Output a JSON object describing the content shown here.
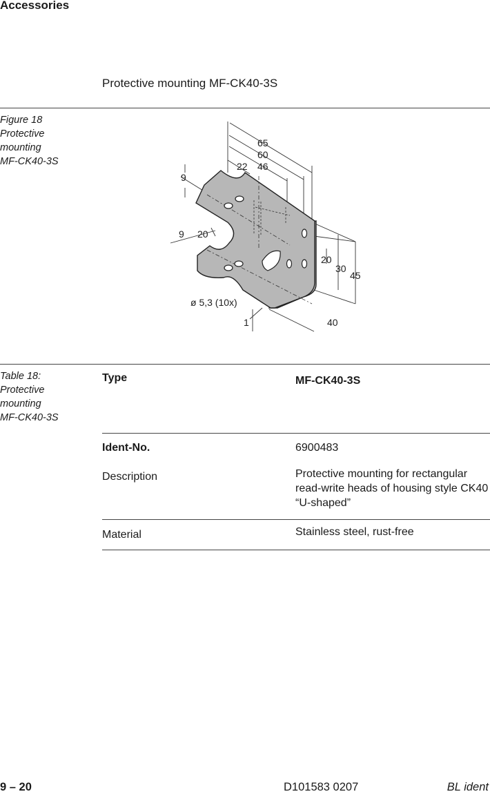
{
  "header": {
    "title": "Accessories"
  },
  "section": {
    "title": "Protective mounting MF-CK40-3S"
  },
  "figure": {
    "caption": [
      "Figure 18",
      "Protective",
      "mounting",
      "MF-CK40-3S"
    ],
    "dims": {
      "d65": "65",
      "d60": "60",
      "d46": "46",
      "d22": "22",
      "d9a": "9",
      "d9b": "9",
      "d20a": "20",
      "d20b": "20",
      "d30": "30",
      "d45": "45",
      "d40": "40",
      "d1": "1",
      "hole": "ø 5,3 (10x)"
    }
  },
  "table": {
    "caption": [
      "Table 18:",
      "Protective",
      "mounting",
      "MF-CK40-3S"
    ],
    "type_label": "Type",
    "type_value": "MF-CK40-3S",
    "ident_label": "Ident-No.",
    "ident_value": "6900483",
    "description_label": "Description",
    "description_value": "Protective mounting for rectangular read-write heads of housing style CK40 “U-shaped”",
    "material_label": "Material",
    "material_value": "Stainless steel, rust-free"
  },
  "footer": {
    "page": "9 – 20",
    "doc_number": "D101583 0207",
    "product": "BL ident"
  }
}
